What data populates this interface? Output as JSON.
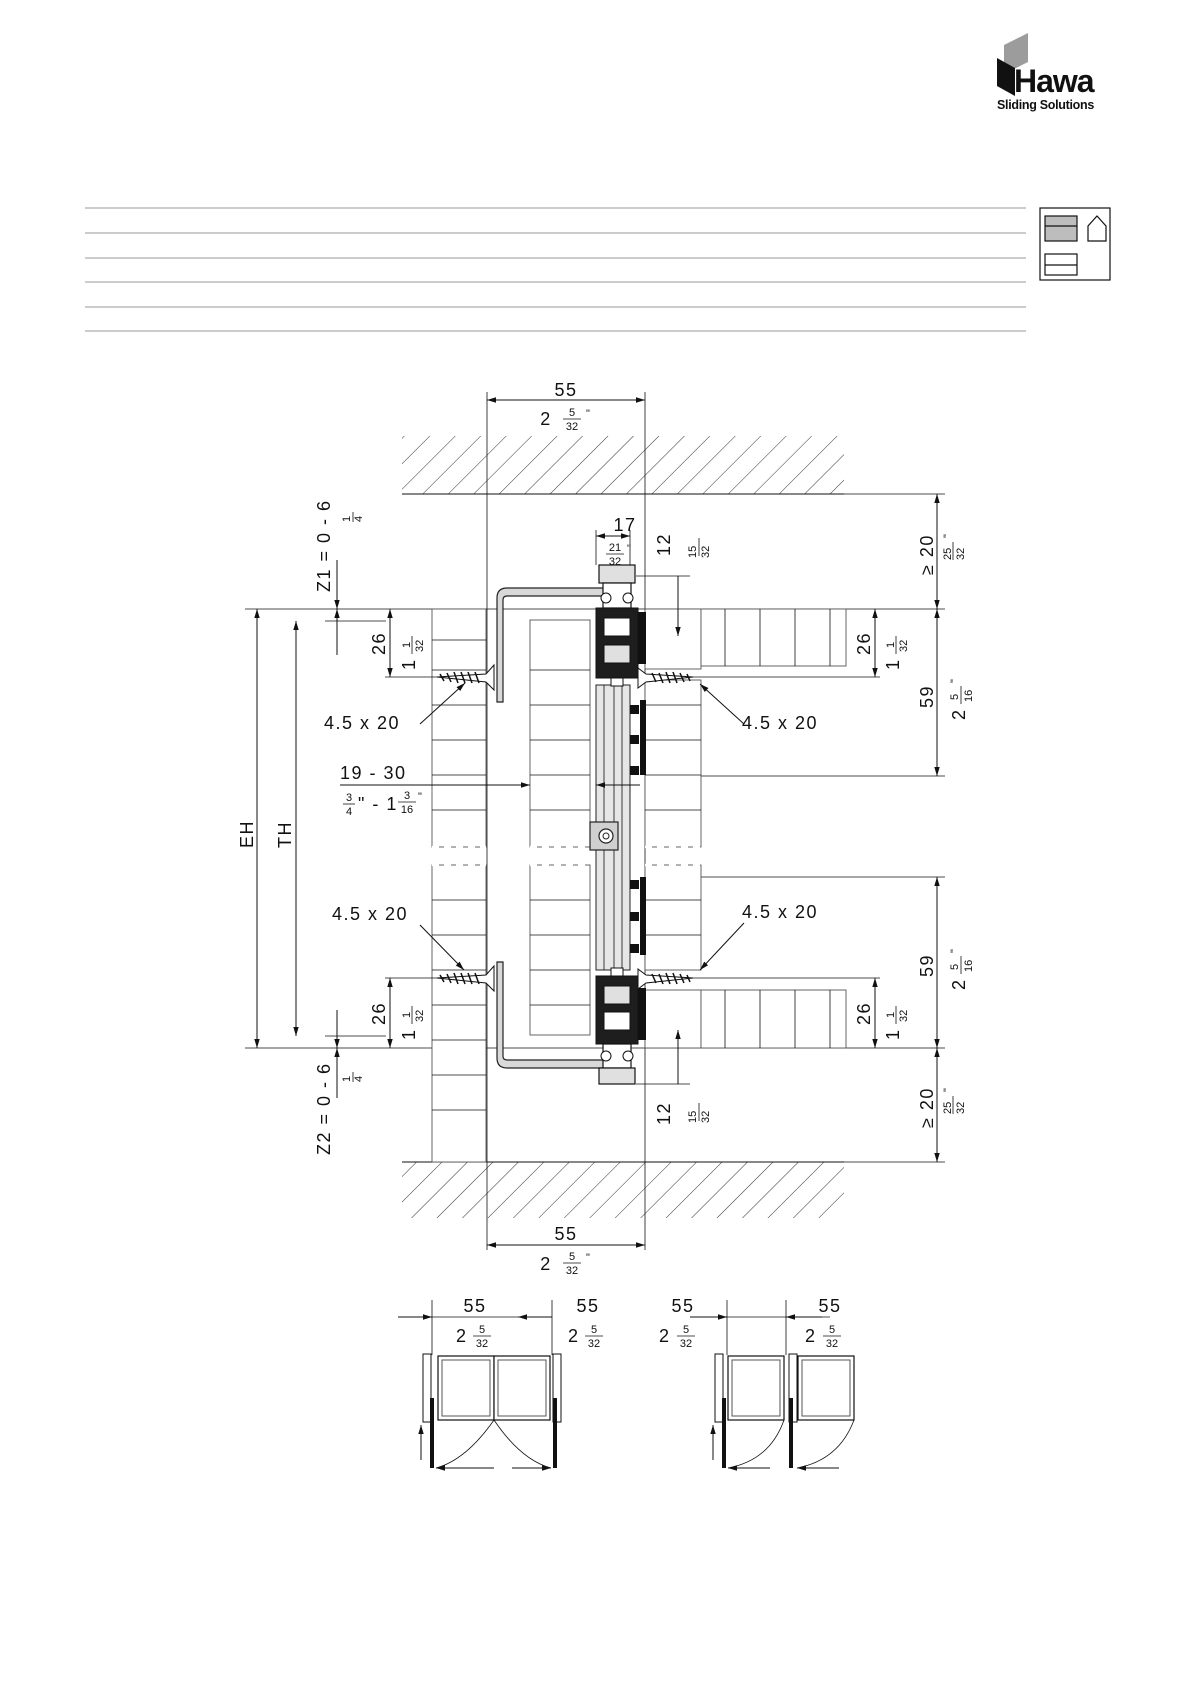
{
  "brand": {
    "name": "Hawa",
    "tagline": "Sliding Solutions"
  },
  "dims": {
    "top_width": "55",
    "top_width_in_whole": "2",
    "top_width_in_num": "5",
    "top_width_in_den": "32",
    "bottom_width": "55",
    "bottom_width_in_whole": "2",
    "bottom_width_in_num": "5",
    "bottom_width_in_den": "32",
    "z1": "Z1 = 0 - 6",
    "z1_in_num": "1",
    "z1_in_den": "4",
    "z2": "Z2 = 0 - 6",
    "z2_in_num": "1",
    "z2_in_den": "4",
    "track_w": "17",
    "track_w_in_num": "21",
    "track_w_in_den": "32",
    "top_gap": "12",
    "top_gap_in_num": "15",
    "top_gap_in_den": "32",
    "bottom_gap": "12",
    "bottom_gap_in_num": "15",
    "bottom_gap_in_den": "32",
    "ceiling_clear": "≥ 20",
    "ceiling_clear_in_num": "25",
    "ceiling_clear_in_den": "32",
    "floor_clear": "≥ 20",
    "floor_clear_in_num": "25",
    "floor_clear_in_den": "32",
    "screw_offset": "26",
    "screw_offset_in_whole": "1",
    "screw_offset_in_num": "1",
    "screw_offset_in_den": "32",
    "bracket_h": "59",
    "bracket_h_in_whole": "2",
    "bracket_h_in_num": "5",
    "bracket_h_in_den": "16",
    "screw": "4.5 x 20",
    "thickness": "19 -  30",
    "thickness_in_a_num": "3",
    "thickness_in_a_den": "4",
    "thickness_in_mid": "\" - 1",
    "thickness_in_b_num": "3",
    "thickness_in_b_den": "16",
    "eh": "EH",
    "th": "TH",
    "inch": "\""
  },
  "plans": [
    {
      "left": "55",
      "right": "55",
      "whole": "2",
      "num": "5",
      "den": "32"
    },
    {
      "left": "55",
      "right": "55",
      "whole": "2",
      "num": "5",
      "den": "32"
    }
  ]
}
